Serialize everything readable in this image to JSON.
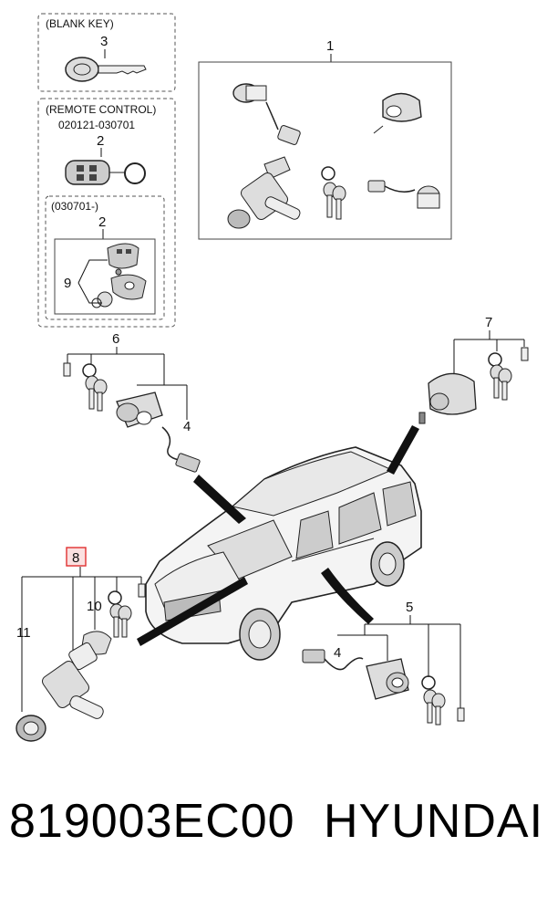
{
  "boxes": {
    "blank_key": {
      "title": "(BLANK KEY)",
      "number": "3"
    },
    "remote_control": {
      "title": "(REMOTE CONTROL)",
      "date_range": "020121-030701",
      "number": "2"
    },
    "remote_control_new": {
      "title": "(030701-)",
      "number": "2",
      "sub_number": "9"
    }
  },
  "callouts": {
    "c1": "1",
    "c4a": "4",
    "c4b": "4",
    "c5": "5",
    "c6": "6",
    "c7": "7",
    "c8": "8",
    "c10": "10",
    "c11": "11"
  },
  "highlight_color": "#e03030",
  "footer": {
    "part_number": "819003EC00",
    "brand": "HYUNDAI"
  }
}
